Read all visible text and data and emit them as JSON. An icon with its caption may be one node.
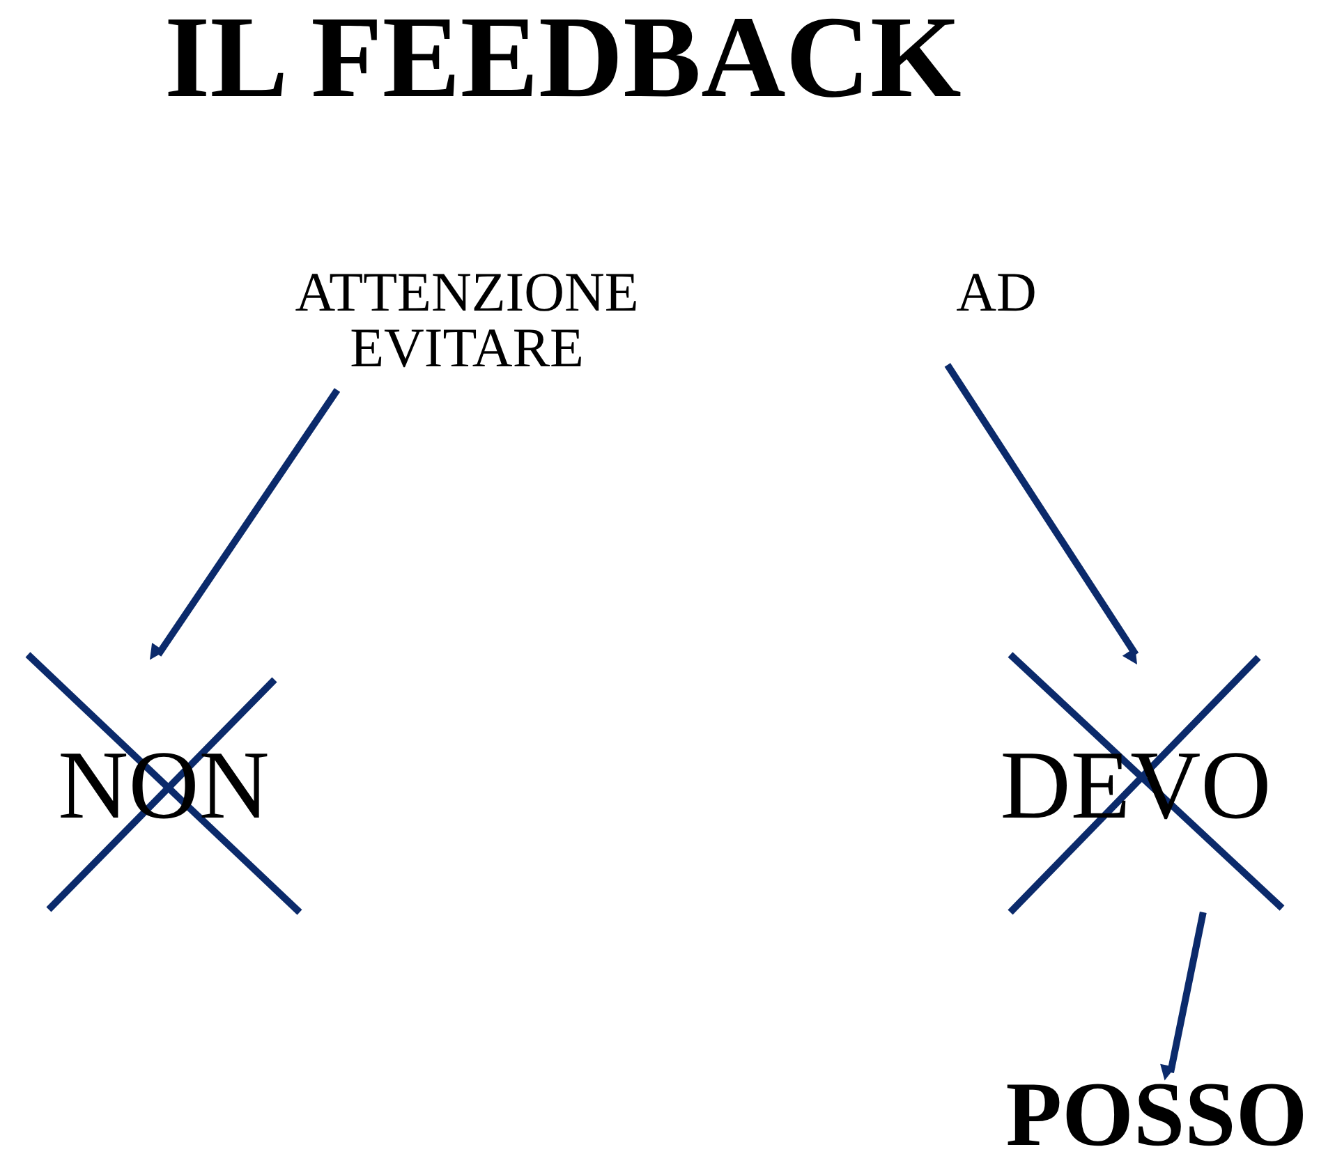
{
  "diagram": {
    "title": "IL FEEDBACK",
    "nodes": [
      {
        "text": [
          "ATTENZIONE EVITARE"
        ]
      },
      {
        "text": [
          "AD"
        ]
      },
      {
        "text": [
          "NON"
        ]
      },
      {
        "text": [
          "DEVO"
        ]
      },
      {
        "text": [
          "POSSO"
        ]
      }
    ],
    "edges": [
      {
        "from": 0,
        "to": 2,
        "arrow": "to"
      },
      {
        "from": 1,
        "to": 3,
        "arrow": "to"
      },
      {
        "from": 3,
        "to": 4,
        "arrow": "to"
      }
    ]
  }
}
